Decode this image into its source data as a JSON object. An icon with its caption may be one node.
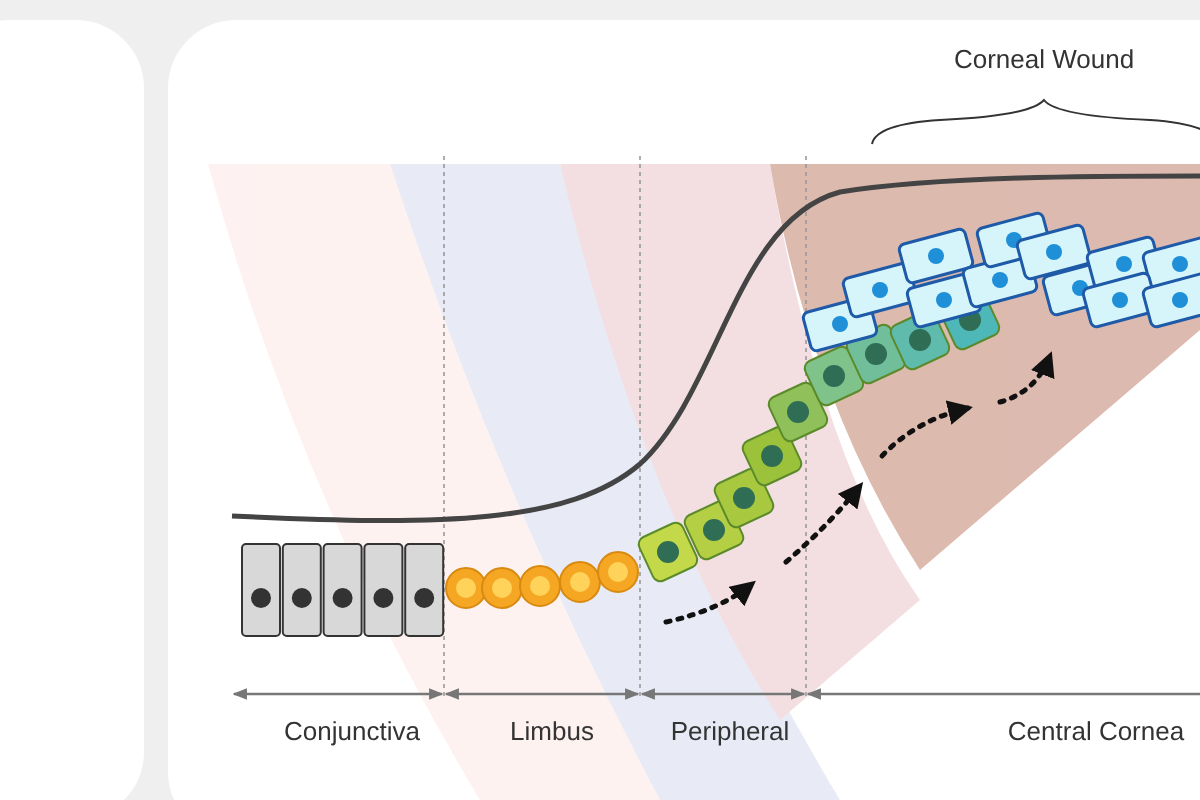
{
  "diagram": {
    "labels": [
      "Corneal Wound",
      "Conjunctiva",
      "Limbus",
      "Peripheral",
      "Central Cornea"
    ]
  }
}
